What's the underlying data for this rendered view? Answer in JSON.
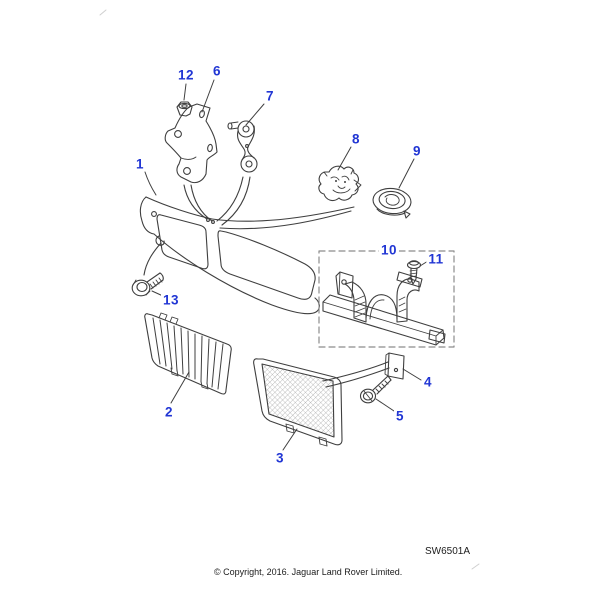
{
  "diagram": {
    "callouts": [
      "1",
      "2",
      "3",
      "4",
      "5",
      "6",
      "7",
      "8",
      "9",
      "10",
      "11",
      "12",
      "13"
    ],
    "code": "SW6501A",
    "copyright": "© Copyright, 2016. Jaguar Land Rover Limited.",
    "colors": {
      "callout_blue": "#2136d4",
      "line_art": "#3f3f3f",
      "dashed_box": "#8c8c8c",
      "footer_text": "#1c1c1c",
      "background": "#ffffff"
    }
  }
}
